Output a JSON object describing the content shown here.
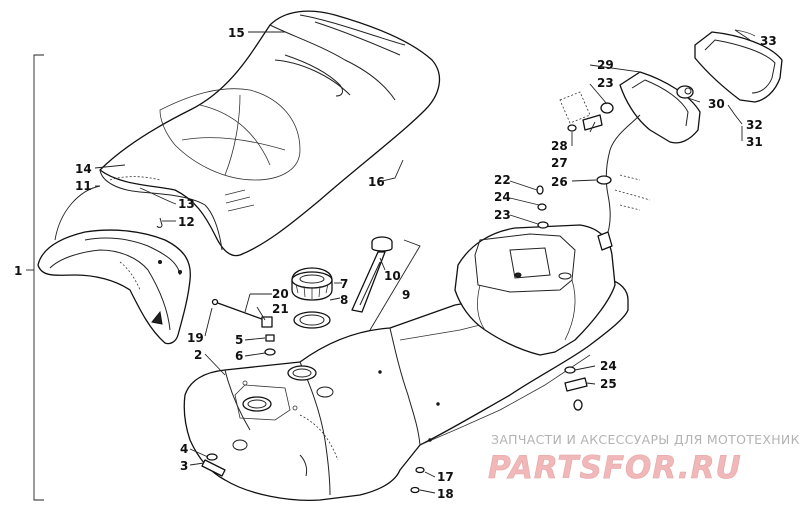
{
  "callouts": {
    "n1": "1",
    "n2": "2",
    "n3": "3",
    "n4": "4",
    "n5": "5",
    "n6": "6",
    "n7": "7",
    "n8": "8",
    "n9": "9",
    "n10": "10",
    "n11": "11",
    "n12": "12",
    "n13": "13",
    "n14": "14",
    "n15": "15",
    "n16": "16",
    "n17": "17",
    "n18": "18",
    "n19": "19",
    "n20": "20",
    "n21": "21",
    "n22": "22",
    "n23a": "23",
    "n23b": "23",
    "n24a": "24",
    "n24b": "24",
    "n25": "25",
    "n26": "26",
    "n27": "27",
    "n28": "28",
    "n29": "29",
    "n30": "30",
    "n31": "31",
    "n32": "32",
    "n33": "33"
  },
  "watermark": {
    "caption": "ЗАПЧАСТИ И АКСЕССУАРЫ ДЛЯ МОТОТЕХНИКИ",
    "brand": "PARTSFOR.RU"
  },
  "colors": {
    "line": "#111111",
    "watermark_text": "#b3b3b3",
    "watermark_brand": "#f0b8b8"
  }
}
